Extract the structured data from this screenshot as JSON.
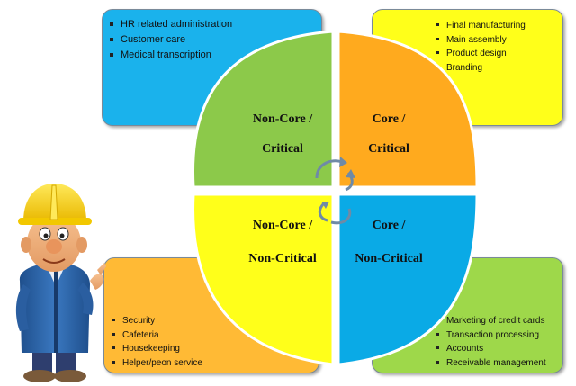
{
  "quadrants": {
    "top_left": {
      "line1": "Non-Core /",
      "line2": "Critical",
      "color": "#8cc94a"
    },
    "top_right": {
      "line1": "Core /",
      "line2": "Critical",
      "color": "#ffaa1e"
    },
    "bottom_left": {
      "line1": "Non-Core /",
      "line2": "Non-Critical",
      "color": "#ffff1a"
    },
    "bottom_right": {
      "line1": "Core /",
      "line2": "Non-Critical",
      "color": "#0aaae6"
    }
  },
  "boxes": {
    "top_left": {
      "color": "#1ab2ec",
      "items": [
        "HR related administration",
        "Customer care",
        "Medical transcription"
      ]
    },
    "top_right": {
      "color": "#ffff1a",
      "items": [
        "Final manufacturing",
        "Main assembly",
        "Product design",
        "Branding"
      ]
    },
    "bottom_left": {
      "color": "#ffba35",
      "items": [
        "Security",
        "Cafeteria",
        "Housekeeping",
        "Helper/peon service"
      ]
    },
    "bottom_right": {
      "color": "#9ed84a",
      "items": [
        "Marketing of credit cards",
        "Transaction processing",
        "Accounts",
        "Receivable management"
      ]
    }
  },
  "icons": [
    "worker-character-icon",
    "cycle-arrows-icon"
  ]
}
